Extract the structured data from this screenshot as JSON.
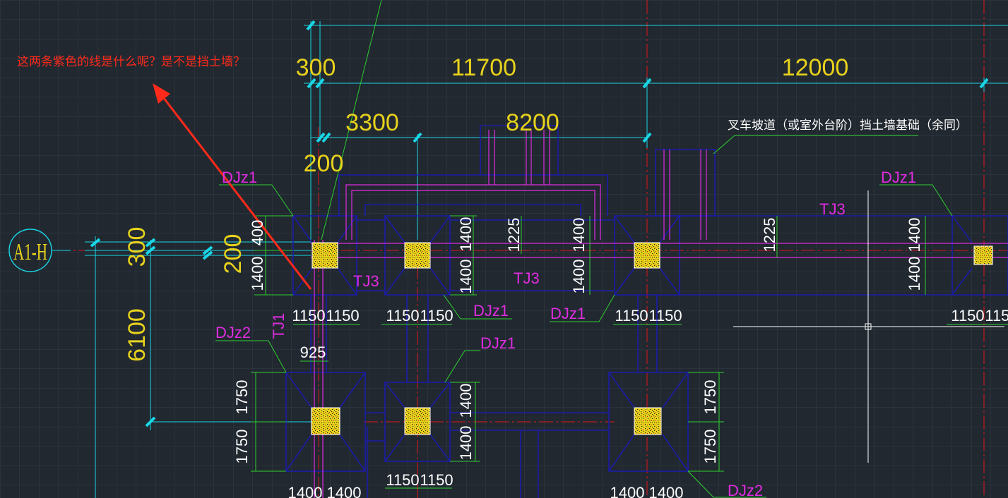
{
  "annotation": {
    "question": "这两条紫色的线是什么呢？是不是挡土墙？"
  },
  "axis": {
    "label": "A1-H"
  },
  "top_dims": {
    "d300": "300",
    "d11700": "11700",
    "d12000": "12000",
    "d3300": "3300",
    "d8200": "8200",
    "d200": "200"
  },
  "left_dims": {
    "d300": "300",
    "d200": "200",
    "d6100": "6100"
  },
  "note": {
    "text": "叉车坡道（或室外台阶）挡土墙基础（余同）"
  },
  "tags": {
    "djz1": "DJz1",
    "djz2": "DJz2",
    "tj3": "TJ3",
    "tj1": "TJ1"
  },
  "dims_white": {
    "d400": "400",
    "d1400": "1400",
    "d1225": "1225",
    "d1150": "1150",
    "d1750": "1750",
    "d925": "925"
  },
  "colors": {
    "background": "#212830",
    "cyan": "#19d6e6",
    "blue": "#1c1ca8",
    "magenta": "#e02ce0",
    "red": "#e0161a",
    "yellow": "#e8d21c",
    "green": "#2fd02f",
    "arrow": "#ff2a1a"
  }
}
